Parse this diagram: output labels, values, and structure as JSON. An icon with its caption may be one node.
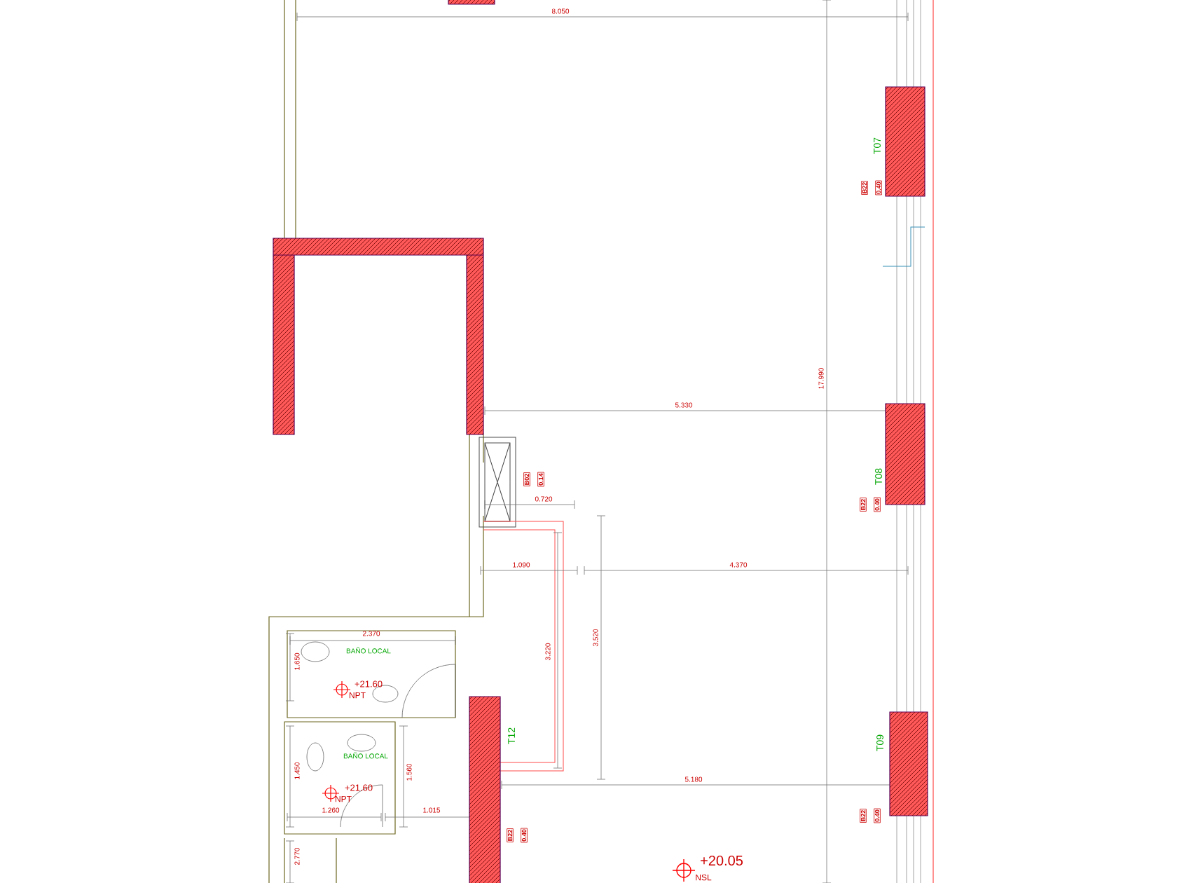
{
  "diagram": {
    "labels": [
      "8.050",
      "T07",
      "B22",
      "0.40",
      "5.330",
      "17.990",
      "B02",
      "0.14",
      "T08",
      "B22",
      "0.40",
      "0.720",
      "1.090",
      "4.370",
      "3.220",
      "3.520",
      "2.370",
      "BAÑO LOCAL",
      "1.650",
      "+21.60",
      "NPT",
      "T12",
      "BAÑO LOCAL",
      "T09",
      "1.450",
      "1.560",
      "+21.60",
      "NPT",
      "1.260",
      "1.015",
      "5.180",
      "B22",
      "0.40",
      "B22",
      "0.40",
      "2.770",
      "+20.05",
      "NSL"
    ]
  }
}
